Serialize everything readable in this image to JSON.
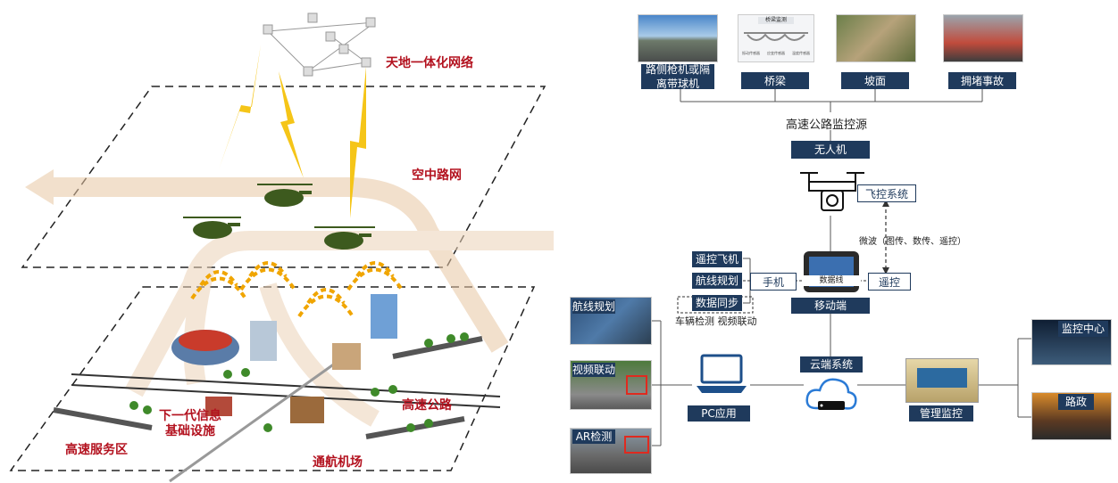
{
  "left": {
    "labels": {
      "space_network": "天地一体化网络",
      "air_route": "空中路网",
      "next_gen": "下一代信息\n基础设施",
      "highway": "高速公路",
      "service_area": "高速服务区",
      "airport": "通航机场"
    }
  },
  "right": {
    "sources": [
      {
        "label": "路侧枪机或隔\n离带球机"
      },
      {
        "label": "桥梁"
      },
      {
        "label": "坡面"
      },
      {
        "label": "拥堵事故"
      }
    ],
    "bridge_thumb": {
      "title": "桥梁监测",
      "sub1": "振动传感器",
      "sub2": "应变传感器",
      "sub3": "温度传感器"
    },
    "monitor_source": "高速公路监控源",
    "drone": "无人机",
    "flight_control": "飞控系统",
    "microwave": "微波（图传、数传、遥控）",
    "phone": "手机",
    "remote": "遥控",
    "datalink": "数据线",
    "mobile": "移动端",
    "phone_functions": [
      "遥控飞机",
      "航线规划",
      "数据同步"
    ],
    "phone_sub": "车辆检测 视频联动",
    "cloud": "云端系统",
    "pc": "PC应用",
    "mgmt": "管理监控",
    "pc_apps": [
      "航线规划",
      "视频联动",
      "AR检测"
    ],
    "outputs": [
      "监控中心",
      "路政"
    ]
  }
}
